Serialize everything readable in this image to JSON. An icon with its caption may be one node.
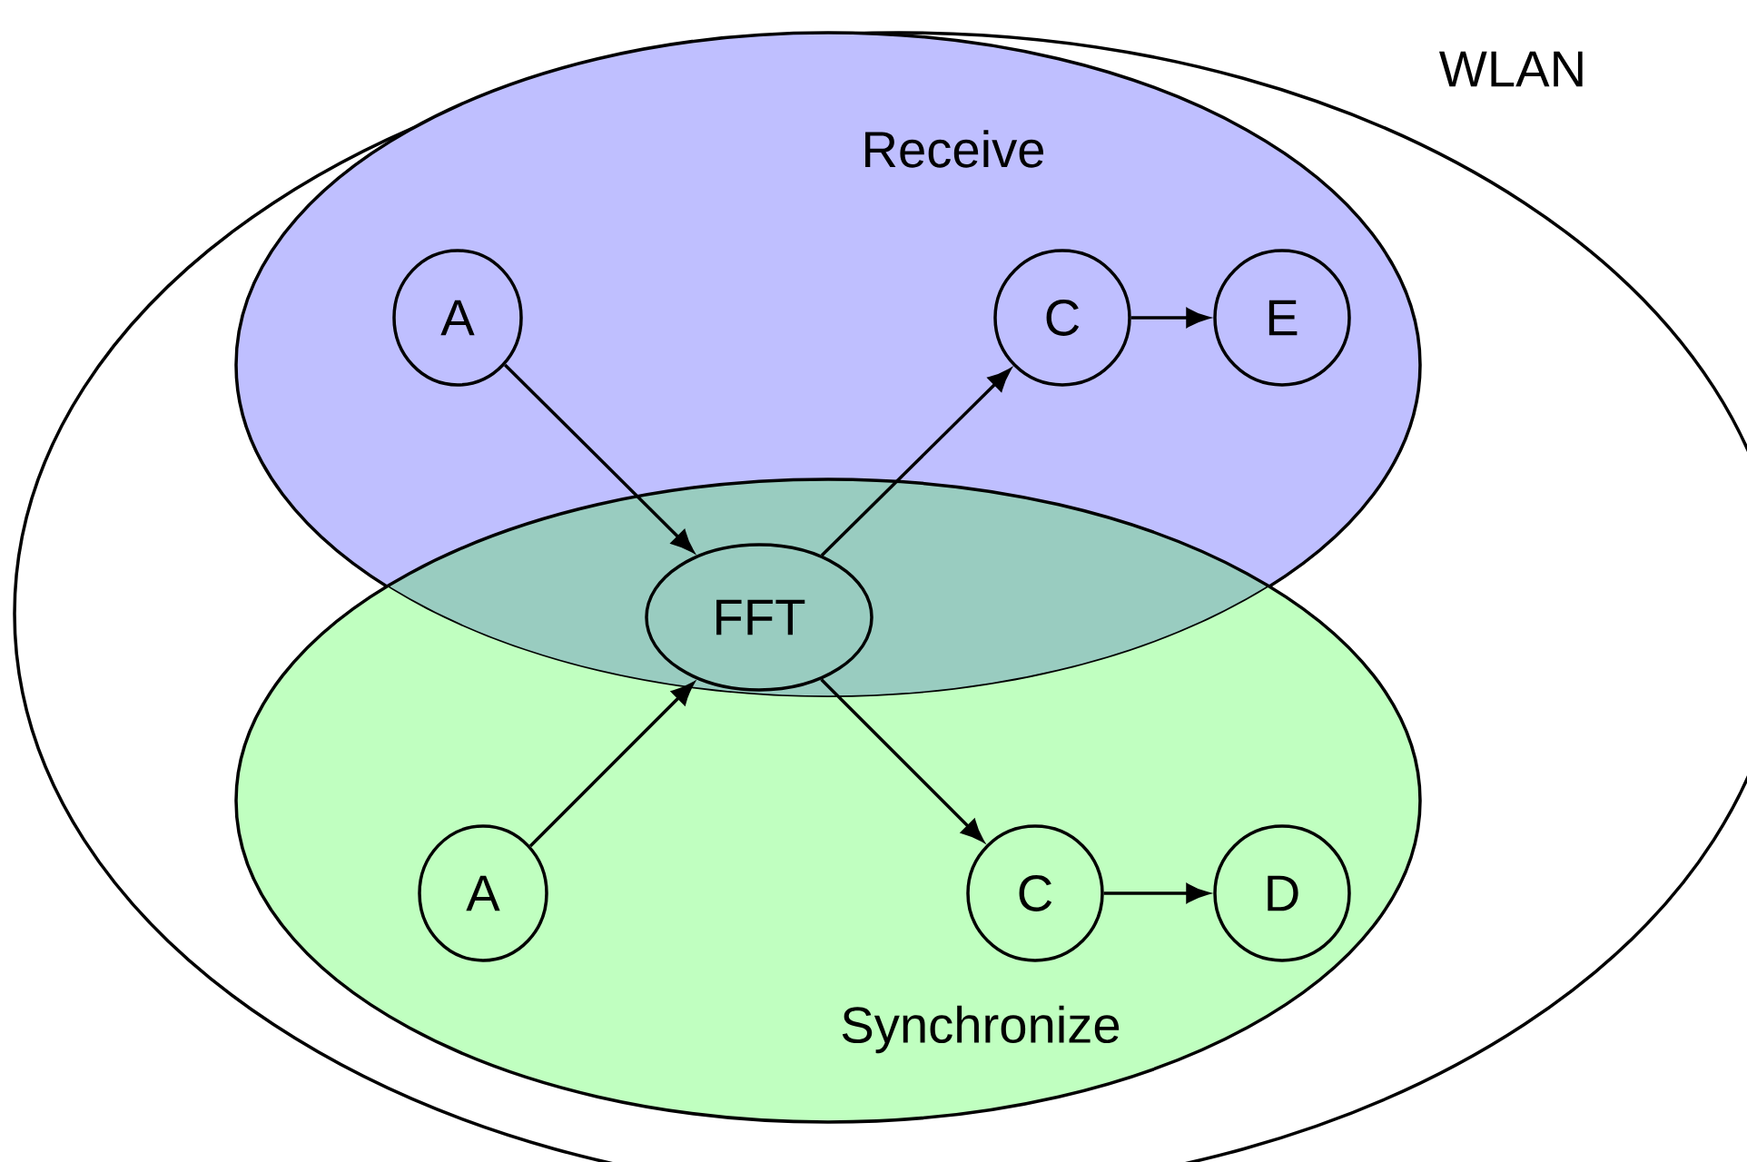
{
  "diagram": {
    "nodes": [
      {
        "text": [
          "WLAN"
        ]
      },
      {
        "text": [
          "Receive"
        ],
        "in": 0
      },
      {
        "text": [
          "Synchronize"
        ],
        "in": 0
      },
      {
        "text": [
          "A"
        ],
        "in": 1
      },
      {
        "text": [
          "C"
        ],
        "in": 1
      },
      {
        "text": [
          "E"
        ],
        "in": 1
      },
      {
        "text": [
          "FFT"
        ]
      },
      {
        "text": [
          "A"
        ],
        "in": 2
      },
      {
        "text": [
          "C"
        ],
        "in": 2
      },
      {
        "text": [
          "D"
        ],
        "in": 2
      }
    ],
    "edges": [
      {
        "from": 3,
        "to": 6,
        "arrow": "to"
      },
      {
        "from": 7,
        "to": 6,
        "arrow": "to"
      },
      {
        "from": 6,
        "to": 4,
        "arrow": "to"
      },
      {
        "from": 6,
        "to": 8,
        "arrow": "to"
      },
      {
        "from": 4,
        "to": 5,
        "arrow": "to"
      },
      {
        "from": 8,
        "to": 9,
        "arrow": "to"
      }
    ]
  }
}
